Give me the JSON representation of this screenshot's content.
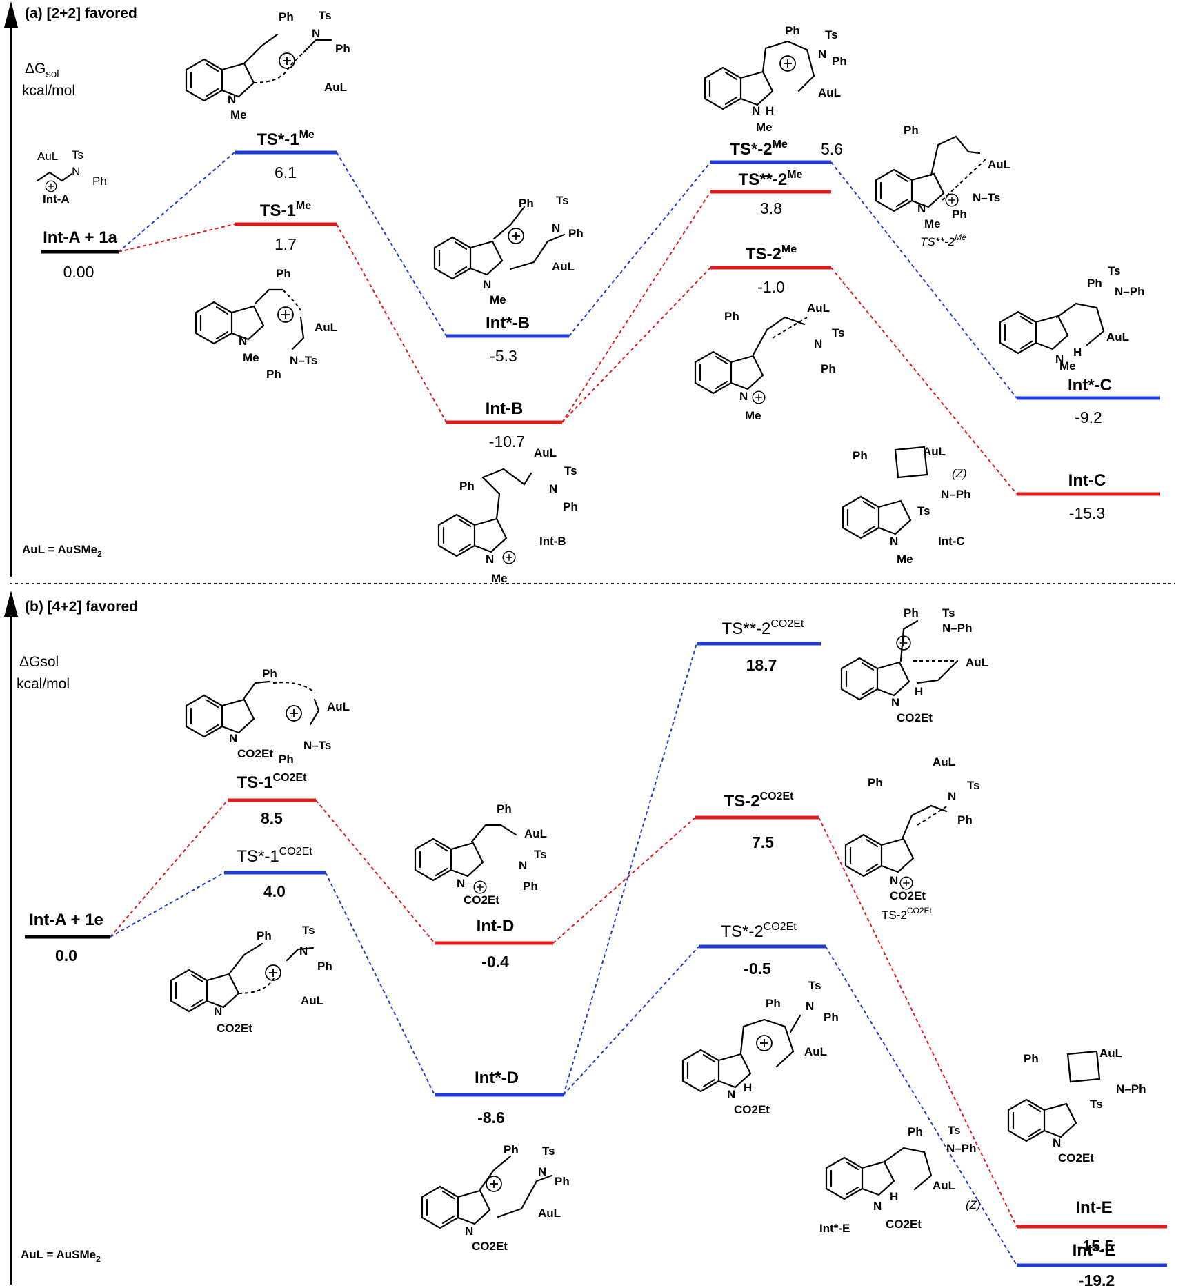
{
  "panel_a": {
    "title": "(a) [2+2] favored",
    "y_axis_label_1": "ΔG",
    "y_axis_label_sub": "sol",
    "y_axis_label_2": "kcal/mol",
    "footnote_main": "AuL = AuSMe",
    "footnote_sub": "2",
    "int_a_label": "Int-A",
    "levels": [
      {
        "id": "start",
        "label": "Int-A + 1a",
        "value": "0.00",
        "color": "#000000"
      },
      {
        "id": "ts1_blue",
        "label": "TS*-1",
        "sup": "Me",
        "value": "6.1",
        "color": "#1f3bd6"
      },
      {
        "id": "ts1_red",
        "label": "TS-1",
        "sup": "Me",
        "value": "1.7",
        "color": "#e01b1b"
      },
      {
        "id": "intB_blue",
        "label": "Int*-B",
        "value": "-5.3",
        "color": "#1f3bd6"
      },
      {
        "id": "intB_red",
        "label": "Int-B",
        "value": "-10.7",
        "color": "#e01b1b"
      },
      {
        "id": "ts2_blue",
        "label": "TS*-2",
        "sup": "Me",
        "value": "5.6",
        "color": "#1f3bd6"
      },
      {
        "id": "ts2_red2",
        "label": "TS**-2",
        "sup": "Me",
        "value": "3.8",
        "color": "#e01b1b"
      },
      {
        "id": "ts2_red",
        "label": "TS-2",
        "sup": "Me",
        "value": "-1.0",
        "color": "#e01b1b"
      },
      {
        "id": "intC_blue",
        "label": "Int*-C",
        "value": "-9.2",
        "color": "#1f3bd6"
      },
      {
        "id": "intC_red",
        "label": "Int-C",
        "value": "-15.3",
        "color": "#e01b1b"
      }
    ],
    "structure_labels": {
      "ts2_star2": "TS**-2",
      "ts2_star2_sup": "Me",
      "int_b": "Int-B",
      "int_c": "Int-C"
    }
  },
  "panel_b": {
    "title": "(b) [4+2] favored",
    "y_axis_label_1": "ΔGsol",
    "y_axis_label_2": "kcal/mol",
    "footnote_main": "AuL = AuSMe",
    "footnote_sub": "2",
    "levels": [
      {
        "id": "start",
        "label": "Int-A + 1e",
        "value": "0.0",
        "color": "#000000"
      },
      {
        "id": "ts1_red",
        "label": "TS-1",
        "sup": "CO2Et",
        "value": "8.5",
        "color": "#e01b1b"
      },
      {
        "id": "ts1_blue",
        "label": "TS*-1",
        "sup": "CO2Et",
        "value": "4.0",
        "color": "#1f3bd6"
      },
      {
        "id": "intD_red",
        "label": "Int-D",
        "value": "-0.4",
        "color": "#e01b1b"
      },
      {
        "id": "intD_blue",
        "label": "Int*-D",
        "value": "-8.6",
        "color": "#1f3bd6"
      },
      {
        "id": "ts2_blue2",
        "label": "TS**-2",
        "sup": "CO2Et",
        "value": "18.7",
        "color": "#1f3bd6"
      },
      {
        "id": "ts2_red",
        "label": "TS-2",
        "sup": "CO2Et",
        "value": "7.5",
        "color": "#e01b1b"
      },
      {
        "id": "ts2_blue",
        "label": "TS*-2",
        "sup": "CO2Et",
        "value": "-0.5",
        "color": "#1f3bd6"
      },
      {
        "id": "intE_red",
        "label": "Int-E",
        "value": "-15.5",
        "color": "#e01b1b"
      },
      {
        "id": "intE_blue",
        "label": "Int*-E",
        "value": "-19.2",
        "color": "#1f3bd6"
      }
    ],
    "structure_labels": {
      "ts2_red": "TS-2",
      "ts2_red_sup": "CO2Et",
      "int_e_star": "Int*-E",
      "z_marker": "(Z)"
    }
  },
  "structure_text": {
    "ph": "Ph",
    "ts": "Ts",
    "aul": "AuL",
    "me": "Me",
    "n": "N",
    "h": "H",
    "n_ph": "N–Ph",
    "n_ts": "N–Ts",
    "co2et": "CO2Et",
    "z": "(Z)"
  }
}
